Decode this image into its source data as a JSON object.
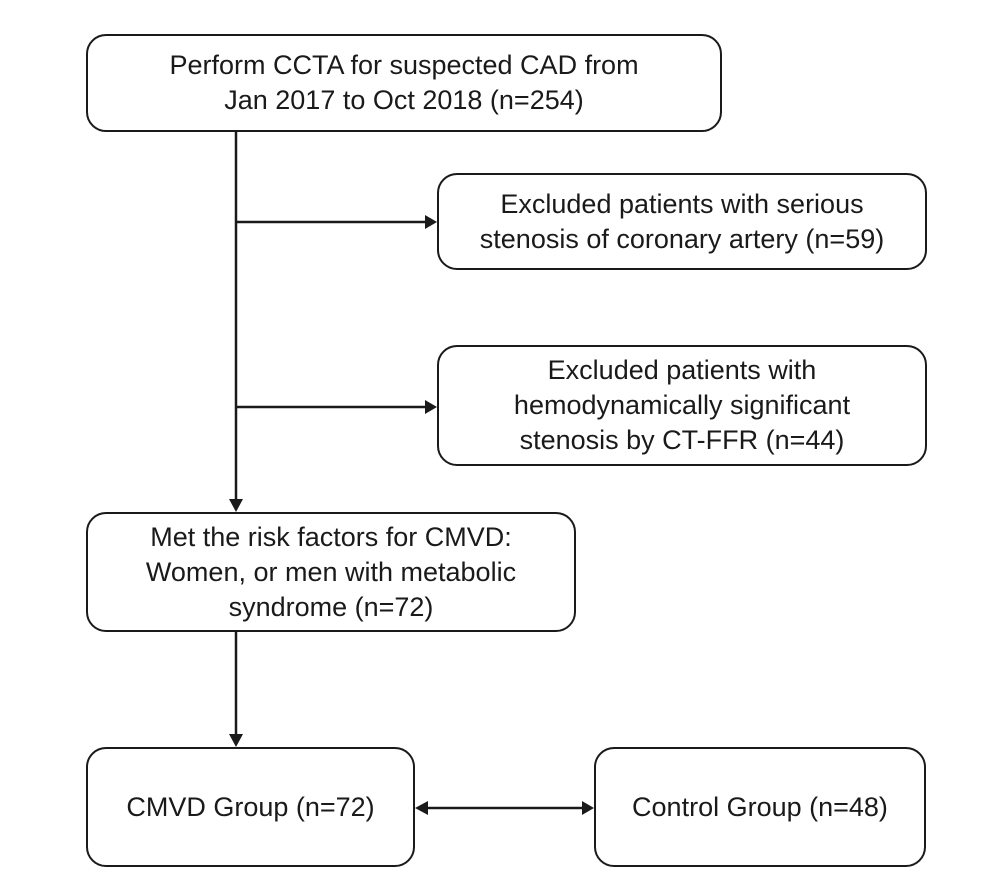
{
  "flowchart": {
    "screened": {
      "lines": [
        "Perform CCTA for suspected CAD from",
        "Jan 2017 to Oct 2018 (n=254)"
      ]
    },
    "excluded_stenosis": {
      "lines": [
        "Excluded patients with serious",
        "stenosis of coronary artery (n=59)"
      ]
    },
    "excluded_ctffr": {
      "lines": [
        "Excluded patients with",
        "hemodynamically significant",
        "stenosis by CT-FFR (n=44)"
      ]
    },
    "risk_factors": {
      "lines": [
        "Met the risk factors for CMVD:",
        "Women, or men with metabolic",
        "syndrome (n=72)"
      ]
    },
    "cmvd_group": {
      "lines": [
        "CMVD Group (n=72)"
      ]
    },
    "control_group": {
      "lines": [
        "Control Group (n=48)"
      ]
    }
  }
}
